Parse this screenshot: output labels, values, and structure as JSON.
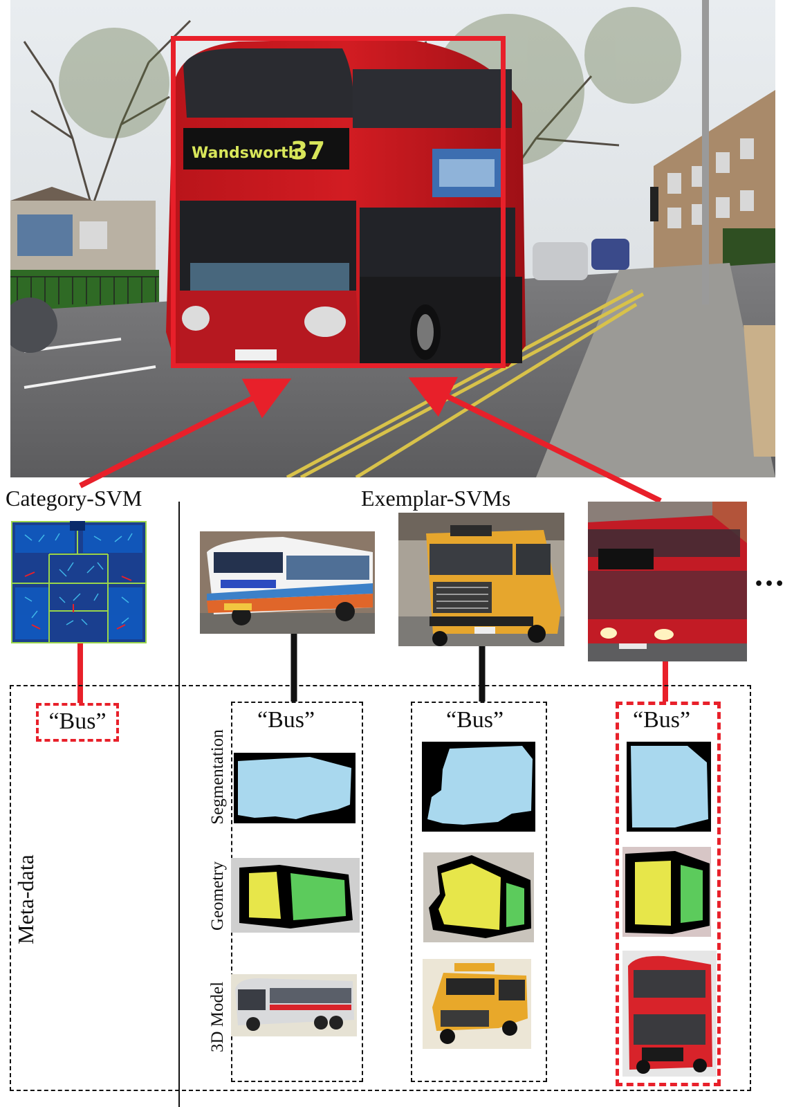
{
  "labels": {
    "category_svm": "Category-SVM",
    "exemplar_svms": "Exemplar-SVMs",
    "ellipsis": "•••",
    "meta_data": "Meta-data",
    "row_segmentation": "Segmentation",
    "row_geometry": "Geometry",
    "row_3d_model": "3D Model"
  },
  "main_photo": {
    "destination_sign": "Wandsworth",
    "route_number": "37"
  },
  "category_label": "“Bus”",
  "exemplars": [
    {
      "label": "“Bus”",
      "photo": "white-blue-orange-coach",
      "highlighted": false
    },
    {
      "label": "“Bus”",
      "photo": "yellow-school-bus",
      "highlighted": false
    },
    {
      "label": "“Bus”",
      "photo": "red-double-decker-blurred",
      "highlighted": true
    }
  ],
  "colors": {
    "highlight_red": "#e8202a",
    "segmentation_fill": "#a9d8ee",
    "geometry_yellow": "#e7e64a",
    "geometry_green": "#5ccb5c",
    "hog_blue": "#1a3f8f"
  }
}
